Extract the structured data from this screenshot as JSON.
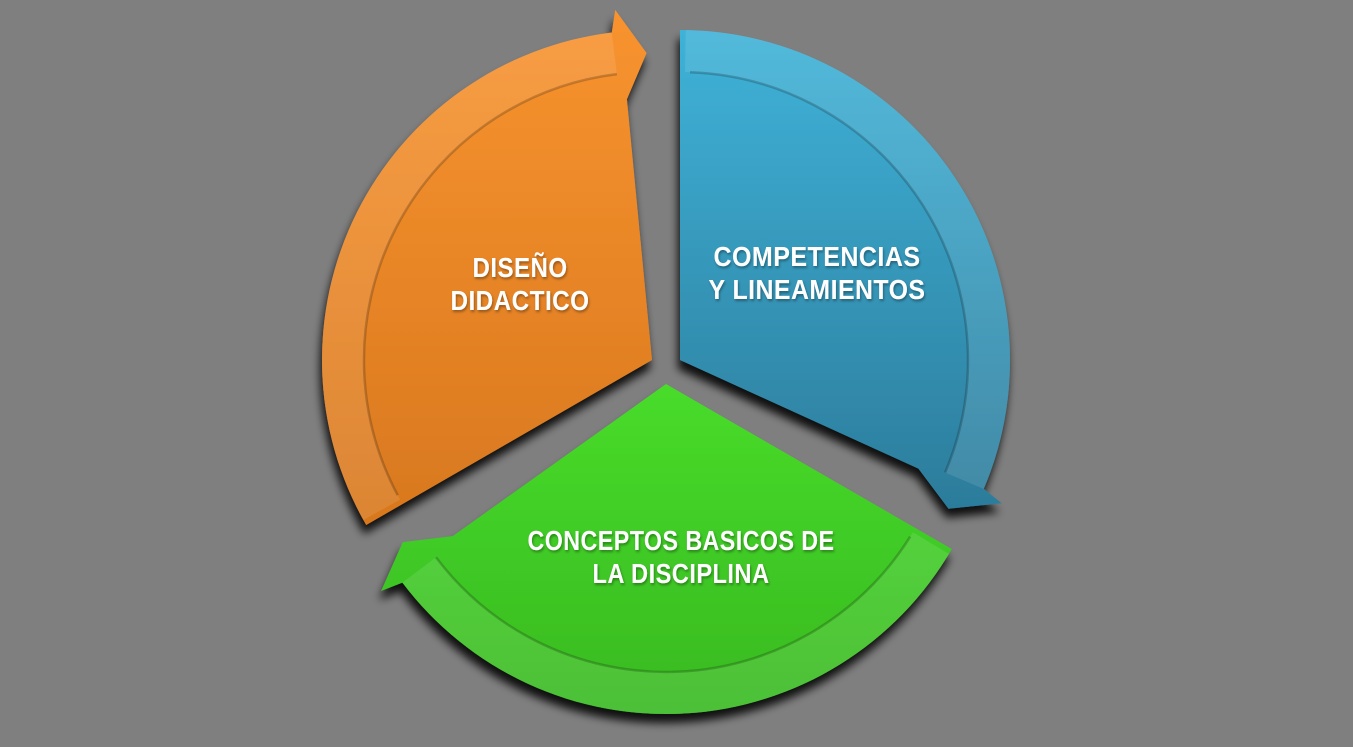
{
  "background_color": "#7F7F7F",
  "diagram": {
    "type": "cycle-arrow-diagram",
    "direction": "clockwise",
    "text_color": "#FFFFFF",
    "shadow_color": "#000000",
    "segments": [
      {
        "id": "diseno-didactico",
        "position": "top-left",
        "label_line1": "DISEÑO",
        "label_line2": "DIDACTICO",
        "color_top": "#F8932F",
        "color_bottom": "#D8781E"
      },
      {
        "id": "competencias-y-lineamientos",
        "position": "top-right",
        "label_line1": "COMPETENCIAS",
        "label_line2": "Y LINEAMIENTOS",
        "color_top": "#3FB2D8",
        "color_bottom": "#2C7C9B"
      },
      {
        "id": "conceptos-basicos-de-la-disciplina",
        "position": "bottom",
        "label_line1": "CONCEPTOS BASICOS DE",
        "label_line2": "LA DISCIPLINA",
        "color_top": "#48DC2A",
        "color_bottom": "#38B921"
      }
    ]
  }
}
